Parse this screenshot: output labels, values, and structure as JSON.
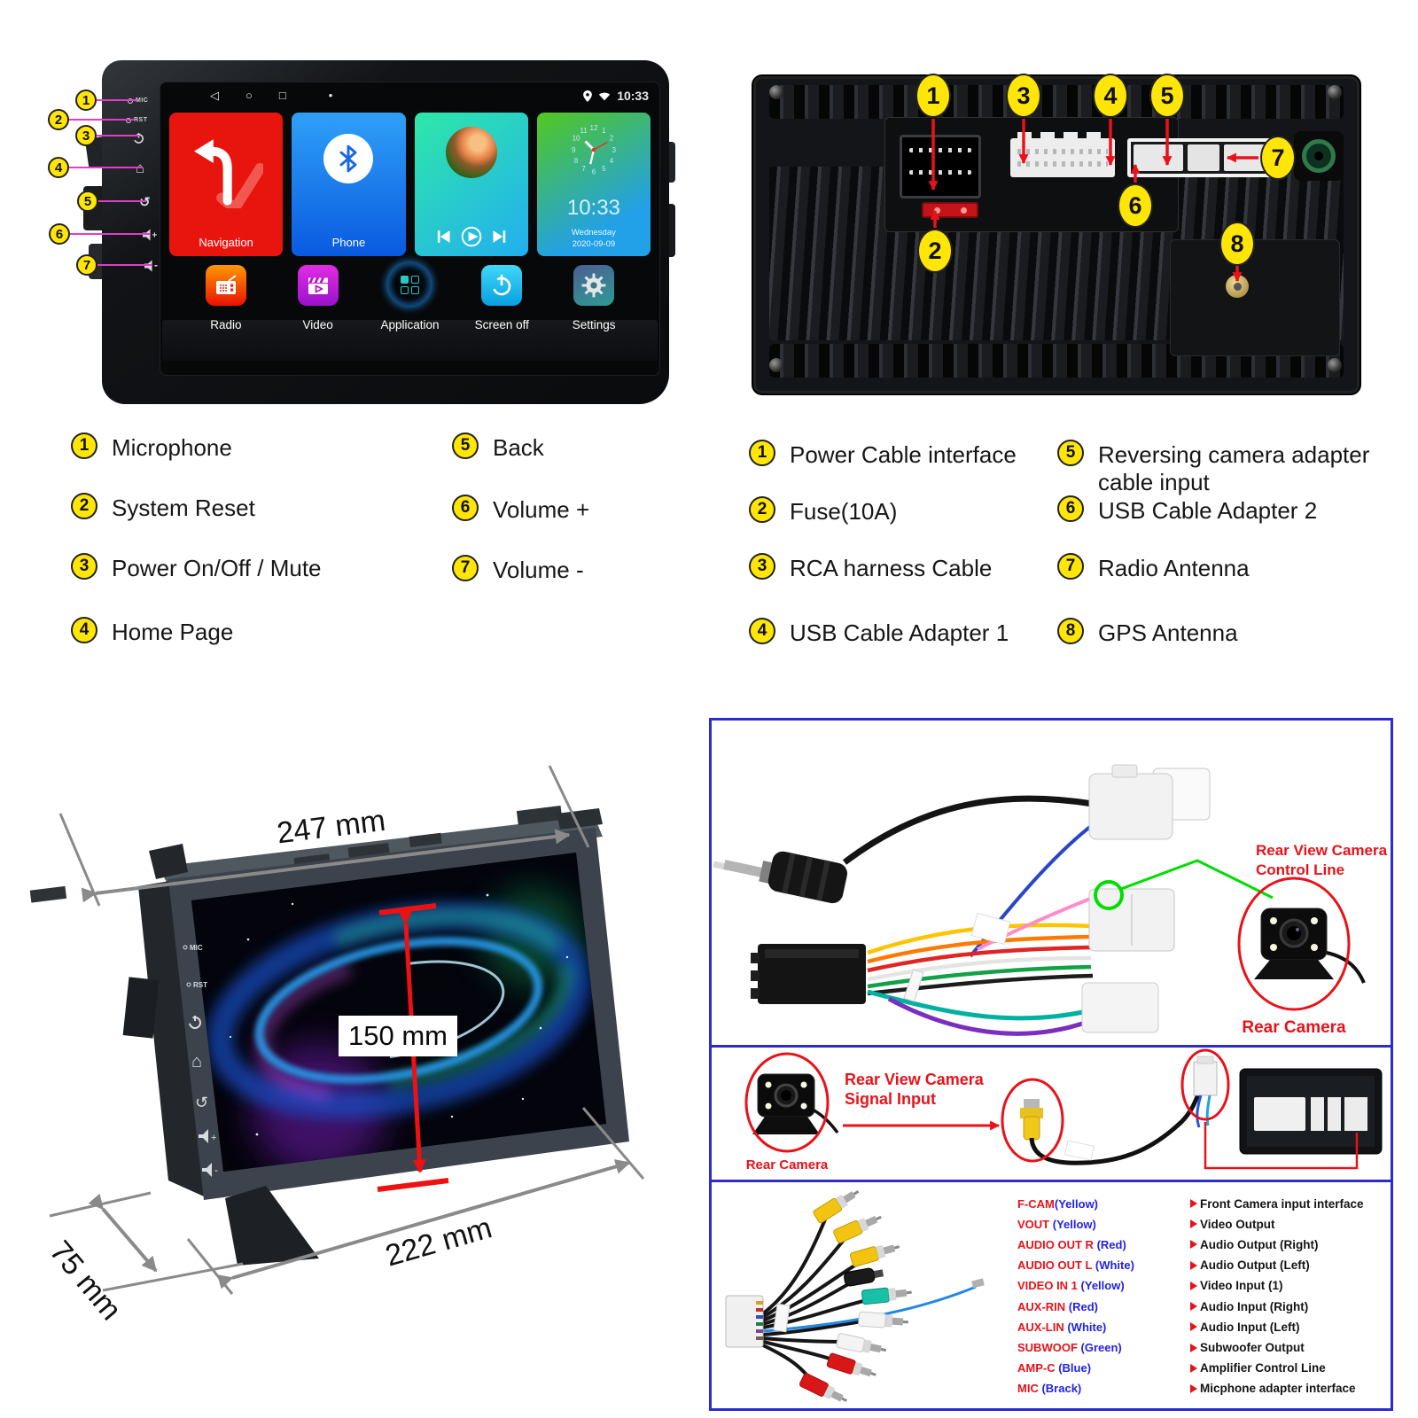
{
  "colors": {
    "yellow": "#ffe606",
    "red": "#e8121a",
    "magenta": "#e23cc8",
    "blue_border": "#2b2bd0",
    "label_blue": "#2222e8",
    "label_red": "#e8121a",
    "dim_gray": "#8a8a8a",
    "dim_red": "#ee1111",
    "green": "#00dd00"
  },
  "front_view": {
    "side": {
      "mic": "MIC",
      "rst": "RST"
    },
    "statusbar": {
      "time": "10:33",
      "back_icon": "◁",
      "home_icon": "○",
      "recents_icon": "□",
      "dot_icon": "•"
    },
    "cards": {
      "navigation": "Navigation",
      "phone": "Phone",
      "clock_time": "10:33",
      "clock_day": "Wednesday",
      "clock_date": "2020-09-09"
    },
    "dock": {
      "radio": "Radio",
      "video": "Video",
      "application": "Application",
      "screen_off": "Screen off",
      "settings": "Settings"
    }
  },
  "front_legend": {
    "items": [
      {
        "num": "1",
        "label": "Microphone"
      },
      {
        "num": "2",
        "label": "System Reset"
      },
      {
        "num": "3",
        "label": "Power On/Off / Mute"
      },
      {
        "num": "4",
        "label": "Home Page"
      },
      {
        "num": "5",
        "label": "Back"
      },
      {
        "num": "6",
        "label": "Volume +"
      },
      {
        "num": "7",
        "label": "Volume -"
      }
    ]
  },
  "rear_legend": {
    "items": [
      {
        "num": "1",
        "label": "Power Cable interface"
      },
      {
        "num": "2",
        "label": "Fuse(10A)"
      },
      {
        "num": "3",
        "label": "RCA harness Cable"
      },
      {
        "num": "4",
        "label": "USB Cable Adapter 1"
      },
      {
        "num": "5",
        "label": "Reversing camera adapter cable input"
      },
      {
        "num": "6",
        "label": "USB Cable Adapter 2"
      },
      {
        "num": "7",
        "label": "Radio Antenna"
      },
      {
        "num": "8",
        "label": "GPS Antenna"
      }
    ]
  },
  "dimensions": {
    "top_width": "247 mm",
    "screen_height": "150 mm",
    "bottom_width": "222 mm",
    "depth": "75 mm"
  },
  "wiring": {
    "panel1": {
      "line1": "Rear View Camera",
      "line2": "Control Line",
      "camera": "Rear Camera"
    },
    "panel2": {
      "line1": "Rear View Camera",
      "line2": "Signal Input",
      "camera": "Rear Camera"
    },
    "panel3": {
      "rows": [
        {
          "name": "F-CAM",
          "color": "(Yellow)",
          "desc": "Front Camera input interface"
        },
        {
          "name": "VOUT ",
          "color": "(Yellow)",
          "desc": "Video Output"
        },
        {
          "name": "AUDIO OUT R ",
          "color": "(Red)",
          "desc": "Audio Output (Right)"
        },
        {
          "name": "AUDIO OUT L ",
          "color": "(White)",
          "desc": "Audio Output (Left)"
        },
        {
          "name": "VIDEO IN 1 ",
          "color": "(Yellow)",
          "desc": "Video Input (1)"
        },
        {
          "name": "AUX-RIN ",
          "color": "(Red)",
          "desc": "Audio Input (Right)"
        },
        {
          "name": "AUX-LIN ",
          "color": "(White)",
          "desc": "Audio Input (Left)"
        },
        {
          "name": "SUBWOOF ",
          "color": "(Green)",
          "desc": "Subwoofer Output"
        },
        {
          "name": "AMP-C ",
          "color": "(Blue)",
          "desc": "Amplifier Control Line"
        },
        {
          "name": "MIC ",
          "color": "(Brack)",
          "desc": "Micphone adapter interface"
        }
      ]
    }
  }
}
